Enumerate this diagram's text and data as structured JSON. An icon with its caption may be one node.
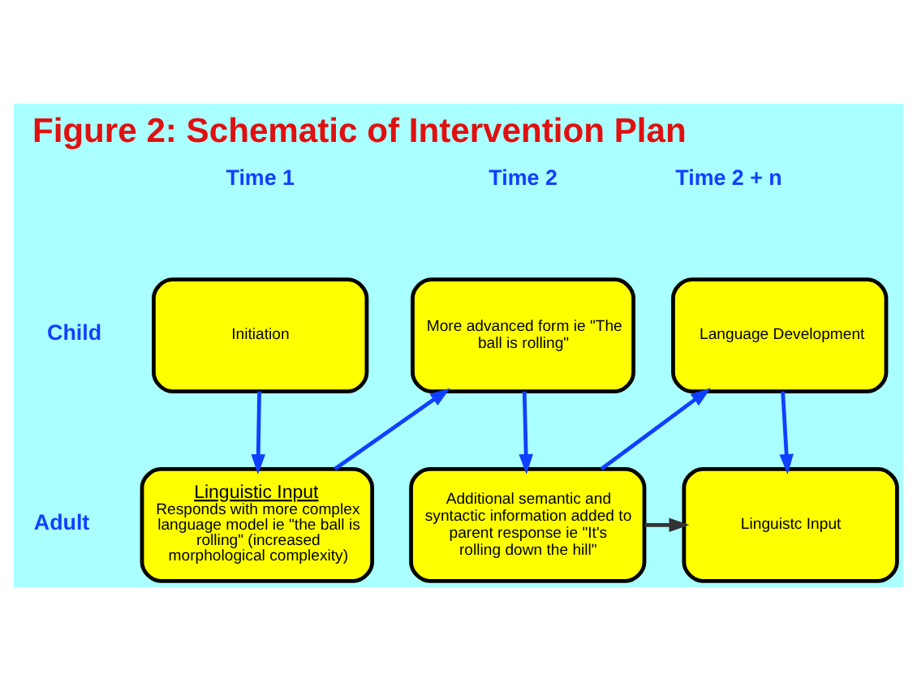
{
  "diagram": {
    "title": "Figure 2: Schematic of Intervention Plan",
    "nodes": [
      {
        "text": [
          "Initiation"
        ]
      },
      {
        "text": [
          "More advanced form ie \"The ball is rolling\""
        ]
      },
      {
        "text": [
          "Language Development"
        ]
      },
      {
        "text": [
          "Linguistic Input",
          "Responds with more complex language model ie \"the ball is rolling\" (increased morphological complexity)"
        ]
      },
      {
        "text": [
          "Additional semantic and syntactic information added to parent response ie \"It's rolling down the hill\""
        ]
      },
      {
        "text": [
          "Linguistc Input"
        ]
      }
    ],
    "edges": [
      {
        "from": 0,
        "to": 3,
        "arrow": "to"
      },
      {
        "from": 3,
        "to": 1,
        "arrow": "to"
      },
      {
        "from": 1,
        "to": 4,
        "arrow": "to"
      },
      {
        "from": 4,
        "to": 2,
        "arrow": "to"
      },
      {
        "from": 2,
        "to": 5,
        "arrow": "to"
      },
      {
        "from": 4,
        "to": 5,
        "arrow": "to",
        "color": "#333333"
      }
    ],
    "labels": [
      "Time 1",
      "Time 2",
      "Time 2 + n",
      "Child",
      "Adult"
    ]
  }
}
